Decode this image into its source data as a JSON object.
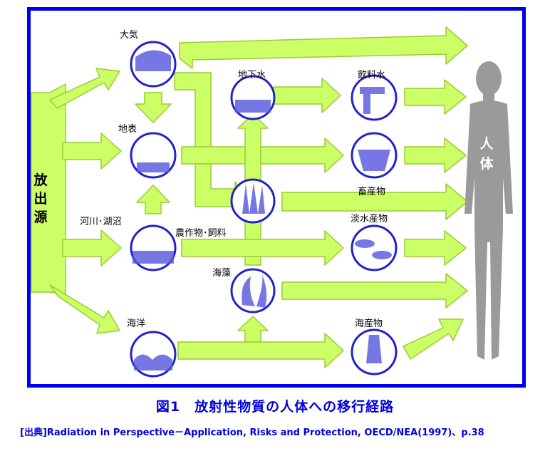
{
  "colors": {
    "frame": "#0000ee",
    "arrow": "#ccff66",
    "arrow_stroke": "#99cc33",
    "node_border": "#2222cc",
    "node_fill": "#6666dd",
    "human": "#9a9a9a",
    "caption": "#0000dd"
  },
  "source": {
    "label": "放出源"
  },
  "human_body": {
    "label": "人体",
    "icon": "human-silhouette-icon"
  },
  "nodes": {
    "air": {
      "label": "大気",
      "icon": "atmosphere-icon"
    },
    "ground": {
      "label": "地表",
      "icon": "ground-surface-icon"
    },
    "rivers": {
      "label": "河川･湖沼",
      "icon": "river-lake-icon"
    },
    "ocean": {
      "label": "海洋",
      "icon": "ocean-wave-icon"
    },
    "groundwater": {
      "label": "地下水",
      "icon": "groundwater-icon"
    },
    "crops": {
      "label": "農作物･飼料",
      "icon": "crops-icon"
    },
    "seaweed": {
      "label": "海藻",
      "icon": "seaweed-icon"
    },
    "drinking": {
      "label": "飲料水",
      "icon": "faucet-icon"
    },
    "livestock": {
      "label": "畜産物",
      "icon": "cow-icon"
    },
    "freshwater": {
      "label": "淡水産物",
      "icon": "fish-icon"
    },
    "seafood": {
      "label": "海産物",
      "icon": "lobster-icon"
    }
  },
  "caption": "図1　放射性物質の人体への移行経路",
  "citation": "[出典]Radiation in Perspective－Application, Risks and Protection, OECD/NEA(1997)、p.38"
}
